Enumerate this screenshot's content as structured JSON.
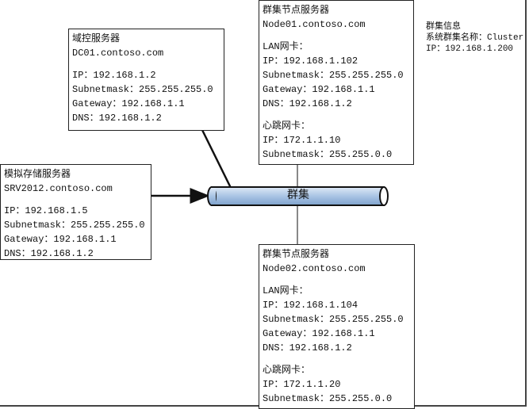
{
  "dc": {
    "title": "域控服务器",
    "host": "DC01.contoso.com",
    "ip": "IP：192.168.1.2",
    "mask": "Subnetmask：255.255.255.0",
    "gw": "Gateway：192.168.1.1",
    "dns": "DNS：192.168.1.2"
  },
  "node01": {
    "title": "群集节点服务器",
    "host": "Node01.contoso.com",
    "lan": "LAN网卡：",
    "ip": "IP：192.168.1.102",
    "mask": "Subnetmask：255.255.255.0",
    "gw": "Gateway：192.168.1.1",
    "dns": "DNS：192.168.1.2",
    "hb": "心跳网卡：",
    "hb_ip": "IP：172.1.1.10",
    "hb_mask": "Subnetmask：255.255.0.0"
  },
  "storage": {
    "title": "模拟存储服务器",
    "host": "SRV2012.contoso.com",
    "ip": "IP：192.168.1.5",
    "mask": "Subnetmask：255.255.255.0",
    "gw": "Gateway：192.168.1.1",
    "dns": "DNS：192.168.1.2"
  },
  "node02": {
    "title": "群集节点服务器",
    "host": "Node02.contoso.com",
    "lan": "LAN网卡：",
    "ip": "IP：192.168.1.104",
    "mask": "Subnetmask：255.255.255.0",
    "gw": "Gateway：192.168.1.1",
    "dns": "DNS：192.168.1.2",
    "hb": "心跳网卡：",
    "hb_ip": "IP：172.1.1.20",
    "hb_mask": "Subnetmask：255.255.0.0"
  },
  "cluster": {
    "label": "群集",
    "fill": "#a9c4e4"
  },
  "info": {
    "title": "群集信息",
    "name": "系统群集名称：Cluster",
    "ip": "IP：192.168.1.200"
  }
}
